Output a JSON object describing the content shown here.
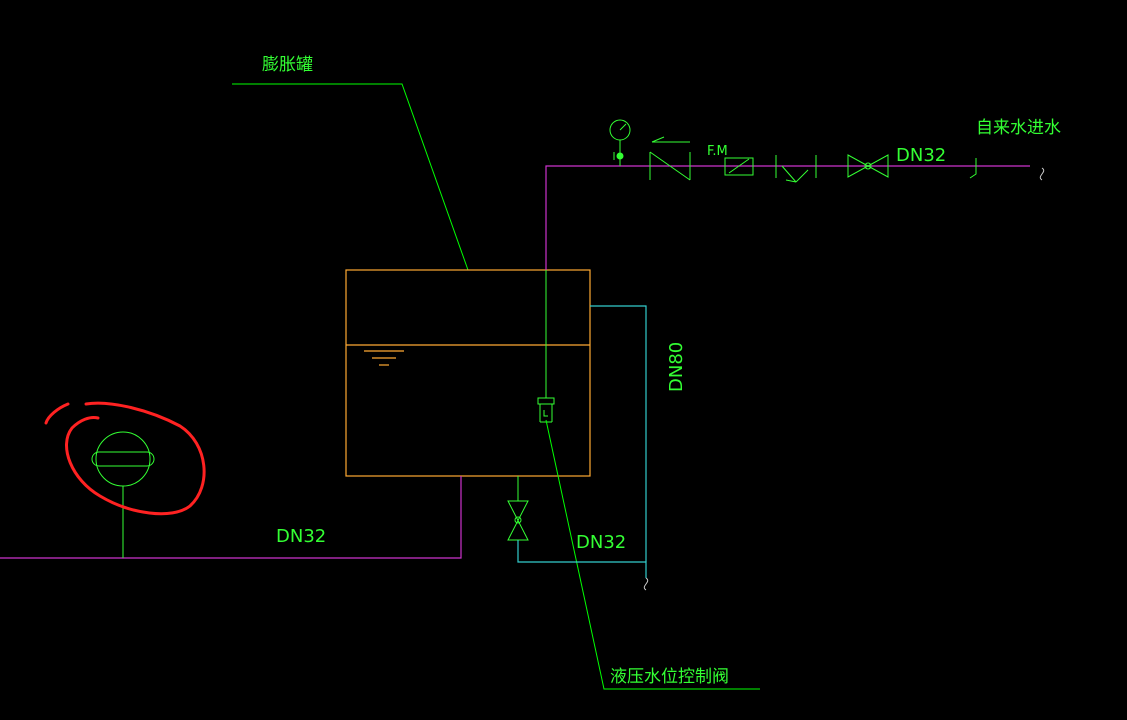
{
  "labels": {
    "expansion_tank": "膨胀罐",
    "tap_water_inlet": "自来水进水",
    "hydraulic_level_valve": "液压水位控制阀",
    "flow_meter": "F.M",
    "pipe_inlet_size": "DN32",
    "pipe_overflow_size": "DN80",
    "pipe_drain_size": "DN32",
    "pipe_main_size": "DN32"
  },
  "colors": {
    "background": "#000000",
    "leader_line": "#00ff00",
    "water_pipe": "#cc33cc",
    "tank_outline": "#ffaa33",
    "overflow_pipe": "#33cccc",
    "markup_circle": "#ff2222",
    "symbol": "#33ff33"
  }
}
